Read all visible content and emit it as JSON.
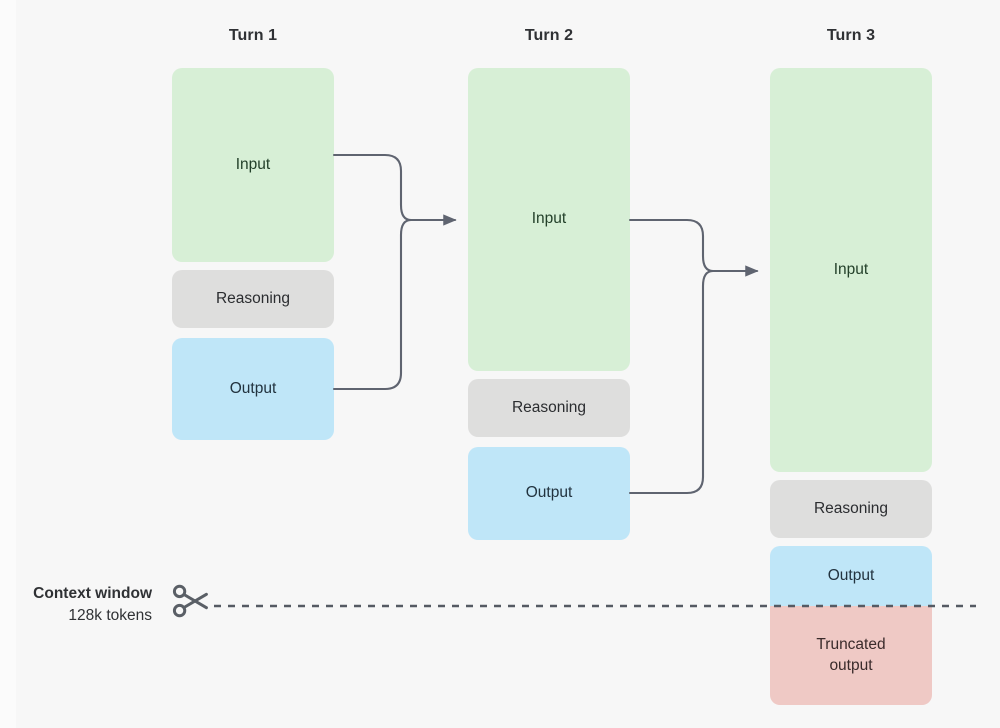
{
  "diagram": {
    "title_hidden": "",
    "background_color": "#f7f7f7",
    "columns": [
      {
        "label": "Turn 1",
        "blocks": [
          {
            "label": "Input",
            "kind": "green"
          },
          {
            "label": "Reasoning",
            "kind": "gray"
          },
          {
            "label": "Output",
            "kind": "blue"
          }
        ]
      },
      {
        "label": "Turn 2",
        "blocks": [
          {
            "label": "Input",
            "kind": "green"
          },
          {
            "label": "Reasoning",
            "kind": "gray"
          },
          {
            "label": "Output",
            "kind": "blue"
          }
        ]
      },
      {
        "label": "Turn 3",
        "blocks": [
          {
            "label": "Input",
            "kind": "green"
          },
          {
            "label": "Reasoning",
            "kind": "gray"
          },
          {
            "label": "Output",
            "kind": "blue"
          },
          {
            "label": "Truncated output",
            "label_line1": "Truncated",
            "label_line2": "output",
            "kind": "red"
          }
        ]
      }
    ],
    "context_window": {
      "title": "Context window",
      "subtitle": "128k tokens",
      "cut_icon": "scissors-icon"
    },
    "colors": {
      "input": "#d7efd6",
      "reasoning": "#dededd",
      "output": "#bfe6f8",
      "truncated": "#efc9c5",
      "connector": "#5f6470",
      "text": "#2f3134"
    }
  }
}
